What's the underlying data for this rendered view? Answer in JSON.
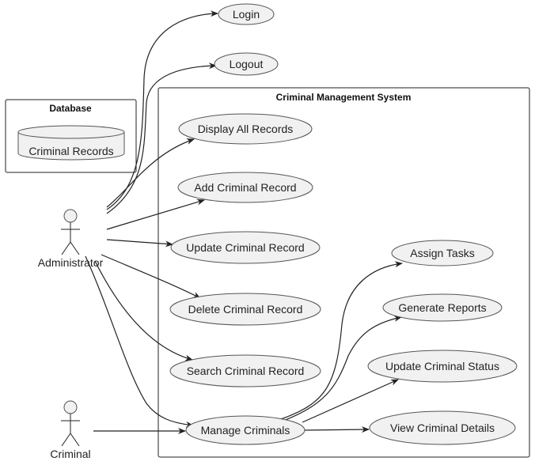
{
  "database": {
    "title": "Database",
    "store_label": "Criminal Records"
  },
  "system": {
    "title": "Criminal Management System"
  },
  "actors": {
    "administrator": "Administrator",
    "criminal": "Criminal"
  },
  "use_cases": {
    "login": "Login",
    "logout": "Logout",
    "display_all": "Display All Records",
    "add": "Add Criminal Record",
    "update": "Update Criminal Record",
    "delete": "Delete Criminal Record",
    "search": "Search Criminal Record",
    "manage": "Manage Criminals",
    "assign": "Assign Tasks",
    "reports": "Generate Reports",
    "status": "Update Criminal Status",
    "details": "View Criminal Details"
  }
}
